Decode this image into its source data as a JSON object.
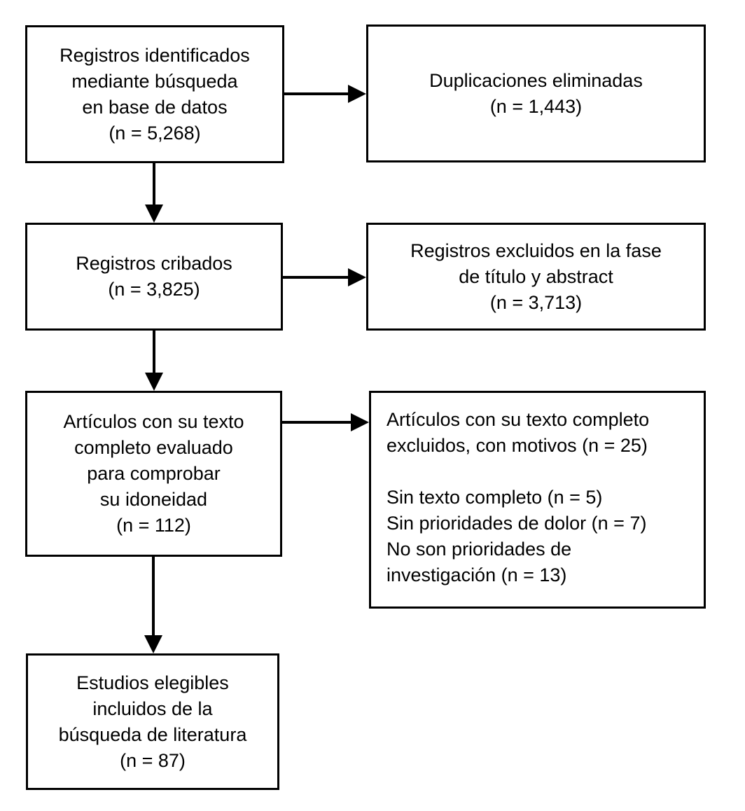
{
  "diagram": {
    "background_color": "#ffffff",
    "line_color": "#000000",
    "boxes": [
      {
        "id": "identificados",
        "text": "Registros identificados\nmediante búsqueda\nen base de datos\n(n = 5,268)"
      },
      {
        "id": "duplicaciones",
        "text": "Duplicaciones eliminadas\n(n = 1,443)"
      },
      {
        "id": "cribados",
        "text": "Registros cribados\n(n = 3,825)"
      },
      {
        "id": "excluidos-titulo",
        "text": "Registros excluidos en la fase\nde título y abstract\n(n = 3,713)"
      },
      {
        "id": "texto-completo",
        "text": "Artículos con su texto\ncompleto evaluado\npara comprobar\nsu idoneidad\n(n = 112)"
      },
      {
        "id": "excluidos-motivos",
        "text": "Artículos con su texto completo\nexcluidos, con motivos (n = 25)\n\nSin texto completo (n = 5)\nSin prioridades de dolor (n = 7)\nNo son prioridades de\ninvestigación (n = 13)"
      },
      {
        "id": "elegibles",
        "text": "Estudios elegibles\nincluidos de la\nbúsqueda de literatura\n(n = 87)"
      }
    ]
  }
}
